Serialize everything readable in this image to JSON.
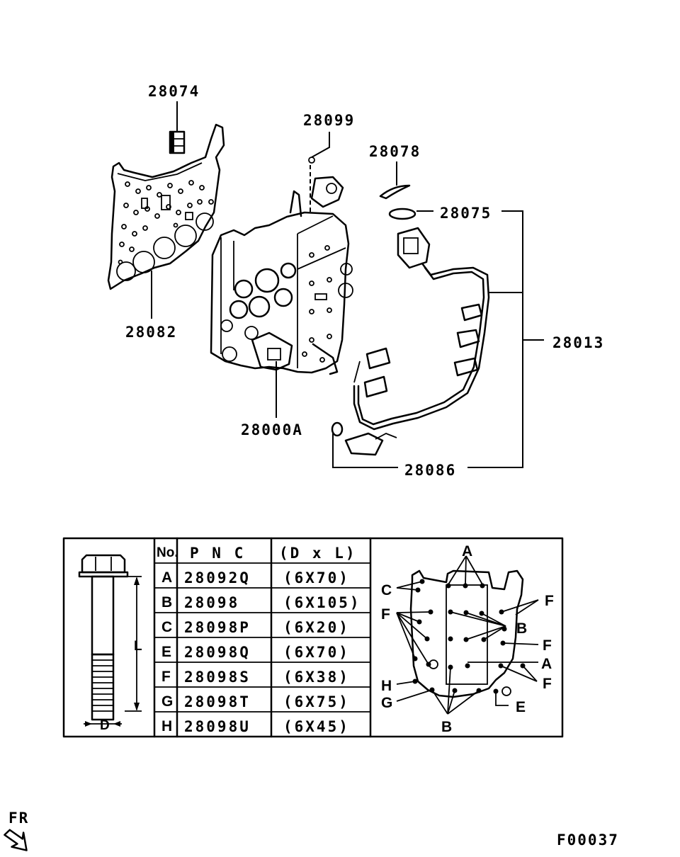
{
  "callouts": {
    "p28074": "28074",
    "p28099": "28099",
    "p28078": "28078",
    "p28075": "28075",
    "p28082": "28082",
    "p28013": "28013",
    "p28000A": "28000A",
    "p28086": "28086"
  },
  "bolt_table": {
    "headers": {
      "no": "No.",
      "pnc": "P N C",
      "dxl": "(D x L)"
    },
    "rows": [
      {
        "no": "A",
        "pnc": "28092Q",
        "dxl": "(6X70)"
      },
      {
        "no": "B",
        "pnc": "28098",
        "dxl": "(6X105)"
      },
      {
        "no": "C",
        "pnc": "28098P",
        "dxl": "(6X20)"
      },
      {
        "no": "E",
        "pnc": "28098Q",
        "dxl": "(6X70)"
      },
      {
        "no": "F",
        "pnc": "28098S",
        "dxl": "(6X38)"
      },
      {
        "no": "G",
        "pnc": "28098T",
        "dxl": "(6X75)"
      },
      {
        "no": "H",
        "pnc": "28098U",
        "dxl": "(6X45)"
      }
    ],
    "bolt_dims": {
      "length": "L",
      "diameter": "D"
    }
  },
  "bolt_map": {
    "labels": [
      "A",
      "C",
      "F",
      "B",
      "F",
      "A",
      "F",
      "H",
      "G",
      "E",
      "B"
    ]
  },
  "fr_label": "FR",
  "figure_code": "F00037"
}
